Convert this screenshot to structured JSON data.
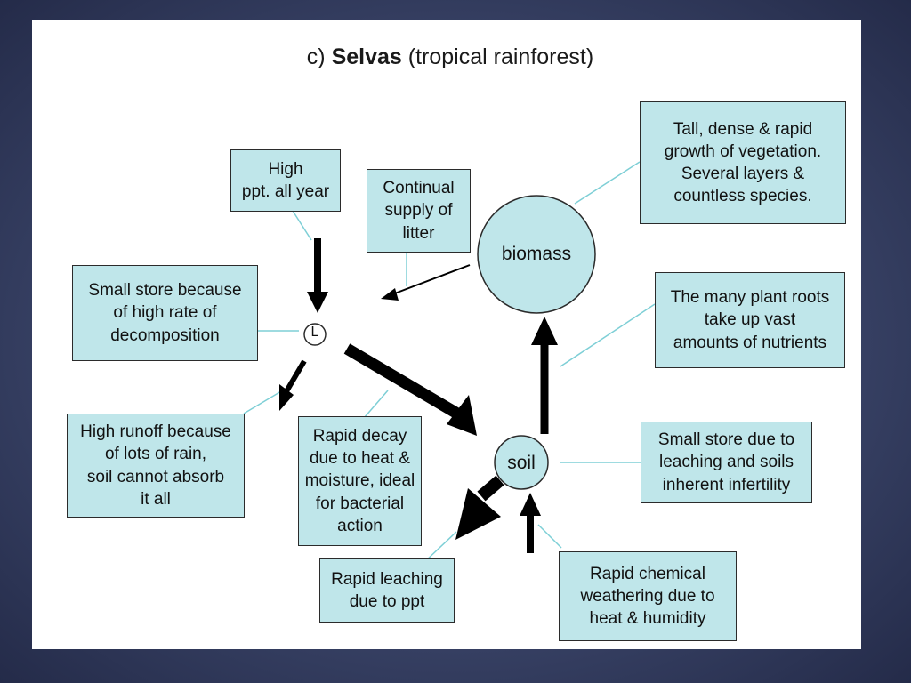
{
  "title": {
    "prefix": "c) ",
    "bold": "Selvas",
    "suffix": " (tropical rainforest)"
  },
  "nodes": {
    "biomass": "biomass",
    "litter": "L",
    "soil": "soil"
  },
  "boxes": {
    "precipitation": "High\nppt. all year",
    "litter_supply": "Continual\nsupply of\nlitter",
    "vegetation": "Tall, dense & rapid\ngrowth of vegetation.\nSeveral layers &\ncountless species.",
    "small_store_litter": "Small store because\nof high rate of\ndecomposition",
    "plant_roots": "The many plant roots\ntake up vast\namounts of nutrients",
    "runoff": "High runoff because\nof lots of rain,\nsoil cannot absorb\nit all",
    "rapid_decay": "Rapid decay\ndue to heat &\nmoisture, ideal\nfor bacterial\naction",
    "small_store_soil": "Small store due to\nleaching and soils\ninherent infertility",
    "leaching": "Rapid leaching\ndue to ppt",
    "weathering": "Rapid chemical\nweathering due to\nheat & humidity"
  },
  "colors": {
    "box_fill": "#bfe6ea",
    "arrow": "#000000",
    "connector": "#7ecfd6"
  }
}
